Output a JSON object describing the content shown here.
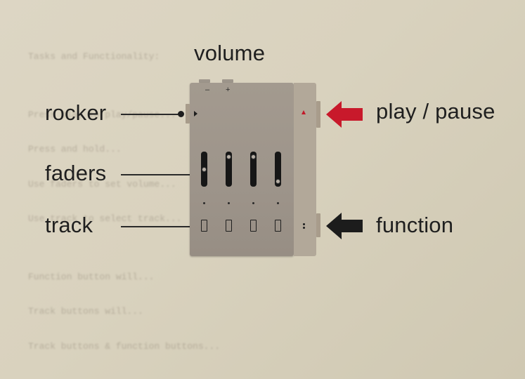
{
  "diagram": {
    "labels": {
      "volume": "volume",
      "rocker": "rocker",
      "faders": "faders",
      "track": "track",
      "play_pause": "play / pause",
      "function": "function"
    },
    "device": {
      "volume_minus": "–",
      "volume_plus": "+",
      "fader_levels": [
        0.5,
        0.9,
        0.9,
        0.1
      ],
      "track_buttons": 4
    },
    "arrows": {
      "play_pause_color": "#c8192b",
      "function_color": "#1c1c1c"
    },
    "background_text": [
      "Tasks and Functionality:",
      "",
      "Press play to play/pause...",
      "Press and hold...",
      "Use faders to set volume...",
      "Use track to select track...",
      "",
      "Function button will...",
      "Track buttons will...",
      "Track buttons & function buttons..."
    ],
    "icons": [
      "play-pause-arrow-icon",
      "function-arrow-icon",
      "play-triangle-icon",
      "function-dots-icon",
      "rocker-arrow-icon"
    ]
  }
}
